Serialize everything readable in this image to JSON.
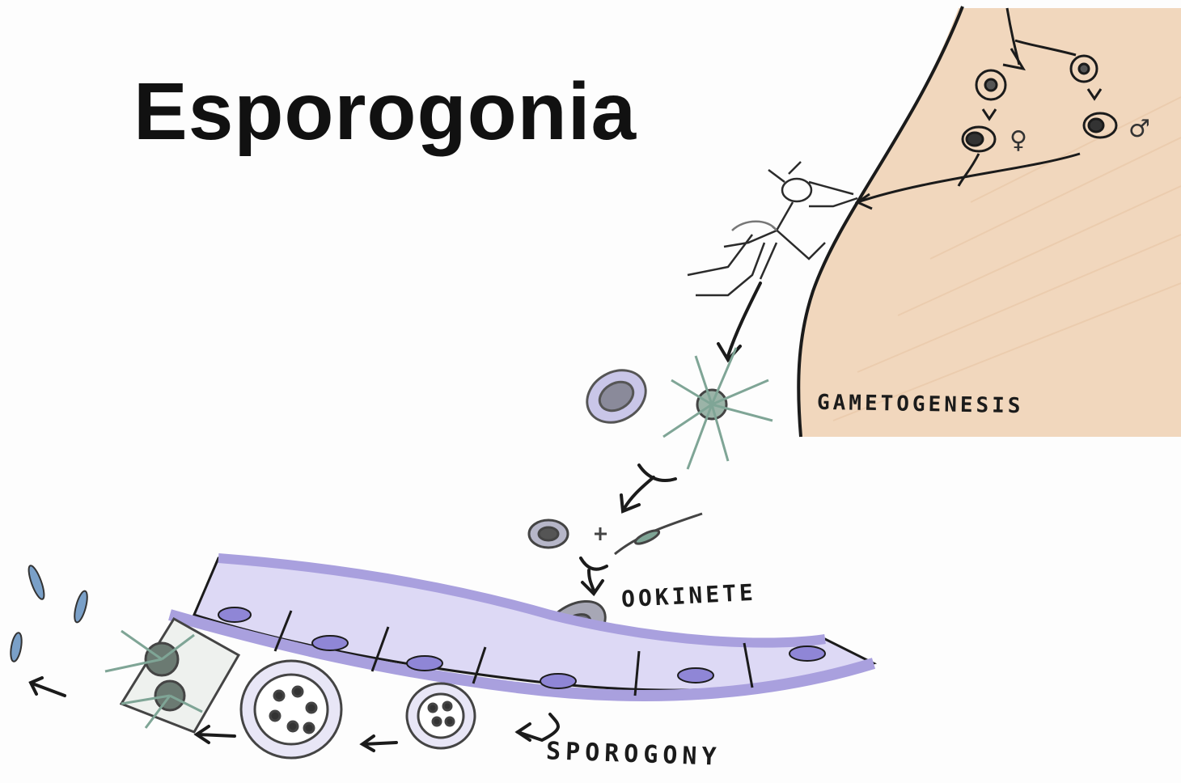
{
  "title": "Esporogonia",
  "labels": {
    "gametogenesis": "GAMETOGENESIS",
    "ookinete": "OOKINETE",
    "sporogony": "SPOROGONY"
  },
  "symbols": {
    "female": "♀",
    "male": "♂"
  },
  "colors": {
    "skin": "#f1d7bd",
    "membrane": "#a9a0de",
    "membrane_light": "#ddd9f5",
    "nucleus": "#8f86d6",
    "ink": "#1b1b1b",
    "flagella": "#7fa596"
  }
}
